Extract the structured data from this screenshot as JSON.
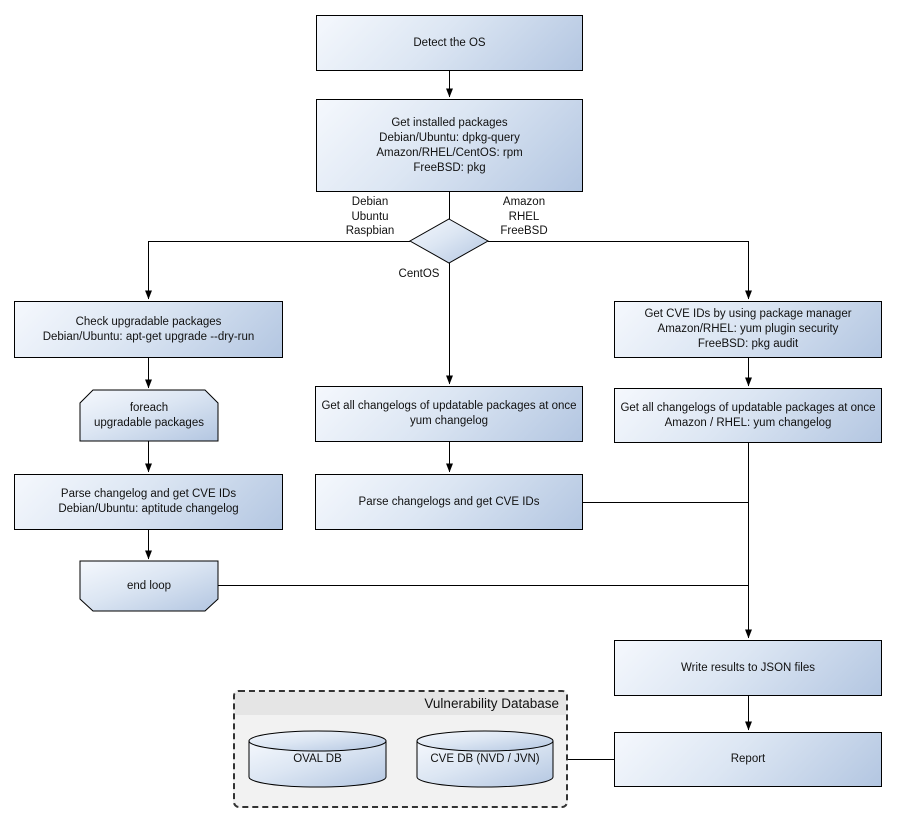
{
  "nodes": {
    "detect_os": {
      "lines": [
        "Detect the OS"
      ]
    },
    "get_installed_packages": {
      "lines": [
        "Get installed packages",
        "Debian/Ubuntu: dpkg-query",
        "Amazon/RHEL/CentOS: rpm",
        "FreeBSD: pkg"
      ]
    },
    "check_upgradable_packages": {
      "lines": [
        "Check upgradable packages",
        "Debian/Ubuntu: apt-get upgrade --dry-run"
      ]
    },
    "foreach_loop": {
      "lines": [
        "foreach",
        "upgradable  packages"
      ]
    },
    "parse_changelog_debian": {
      "lines": [
        "Parse changelog and get  CVE IDs",
        "Debian/Ubuntu: aptitude changelog"
      ]
    },
    "end_loop": {
      "lines": [
        "end loop"
      ]
    },
    "get_changelogs_centos": {
      "lines": [
        "Get all changelogs of updatable packages at once",
        "yum changelog"
      ]
    },
    "parse_changelogs_centos": {
      "lines": [
        "Parse changelogs and get CVE IDs"
      ]
    },
    "get_cve_ids_pkg_manager": {
      "lines": [
        "Get CVE IDs by using package manager",
        "Amazon/RHEL: yum plugin security",
        "FreeBSD: pkg audit"
      ]
    },
    "get_changelogs_amazon": {
      "lines": [
        "Get all changelogs of updatable packages at once",
        "Amazon / RHEL: yum changelog"
      ]
    },
    "write_results": {
      "lines": [
        "Write results to JSON files"
      ]
    },
    "report": {
      "lines": [
        "Report"
      ]
    }
  },
  "edge_labels": {
    "left": [
      "Debian",
      "Ubuntu",
      "Raspbian"
    ],
    "right": [
      "Amazon",
      "RHEL",
      "FreeBSD"
    ],
    "bottom": "CentOS"
  },
  "database": {
    "title": "Vulnerability Database",
    "cylinders": [
      {
        "label": "OVAL DB"
      },
      {
        "label": "CVE DB (NVD / JVN)"
      }
    ]
  },
  "colors": {
    "node_fill_light": "#f5f8fd",
    "node_fill_dark": "#b3c6e1",
    "node_border": "#000000",
    "connector": "#000000",
    "container_body": "#f2f2f2",
    "container_band": "#e5e5e5",
    "container_border": "#333333",
    "background": "#ffffff"
  }
}
